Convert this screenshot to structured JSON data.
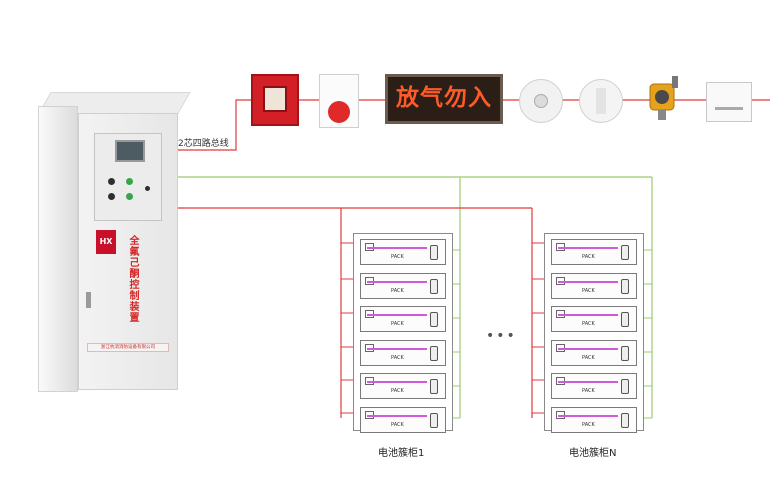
{
  "controller": {
    "vertical_title": "全氟己酮控制装置",
    "logo_text": "HX",
    "company_plate": "浙江杭消消防设备有限公司"
  },
  "bus_label": "2芯四路总线",
  "devices": {
    "led_panel_text": "放气勿入",
    "items": [
      "manual-alarm-button",
      "sound-light-alarm",
      "led-sign",
      "smoke-detector",
      "heat-detector",
      "gas-detector",
      "io-module"
    ]
  },
  "racks": [
    {
      "name": "电池簇柜1",
      "pack_label": "PACK",
      "pack_count": 6
    },
    {
      "name": "电池簇柜N",
      "pack_label": "PACK",
      "pack_count": 6
    }
  ],
  "ellipsis": "•••",
  "colors": {
    "bus_red": "#e03b3b",
    "signal_green": "#9ccc6a",
    "pack_purple": "#d05bd9"
  }
}
